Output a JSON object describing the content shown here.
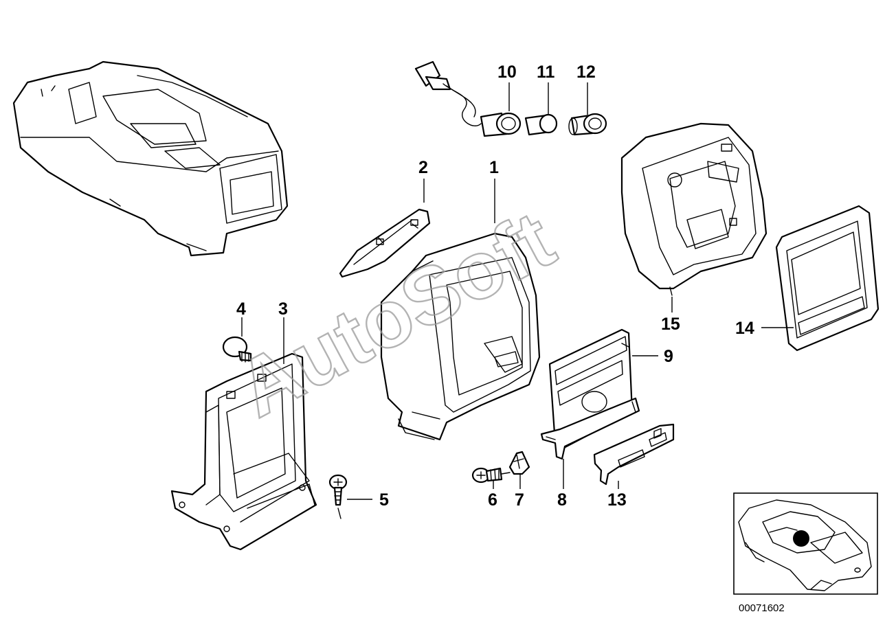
{
  "callouts": {
    "c1": "1",
    "c2": "2",
    "c3": "3",
    "c4": "4",
    "c5": "5",
    "c6": "6",
    "c7": "7",
    "c8": "8",
    "c9": "9",
    "c10": "10",
    "c11": "11",
    "c12": "12",
    "c13": "13",
    "c14": "14",
    "c15": "15"
  },
  "diagram_code": "00071602",
  "watermark": "AutoSoft",
  "colors": {
    "ink": "#000000",
    "paper": "#ffffff",
    "watermark": "#9a9a9a"
  }
}
